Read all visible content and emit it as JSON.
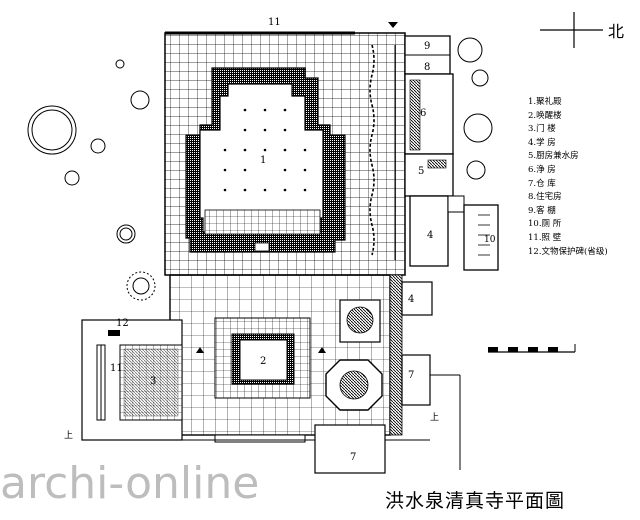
{
  "title": "洪水泉清真寺平面圖",
  "watermark": "archi-online",
  "north_label": "北",
  "legend": [
    "1.聚礼殿",
    "2.唤醒楼",
    "3.门 楼",
    "4.学 房",
    "5.厨房兼水房",
    "6.浄 房",
    "7.仓 库",
    "8.住宅房",
    "9.客 棚",
    "10.厕 所",
    "11.照 壁",
    "12.文物保护碑(省级)"
  ],
  "labels": {
    "n1": "1",
    "n2": "2",
    "n3": "3",
    "n4a": "4",
    "n4b": "4",
    "n5": "5",
    "n6": "6",
    "n7a": "7",
    "n7b": "7",
    "n8": "8",
    "n9": "9",
    "n10": "10",
    "n11a": "11",
    "n11b": "11",
    "n12": "12",
    "up1": "上",
    "up2": "上"
  }
}
